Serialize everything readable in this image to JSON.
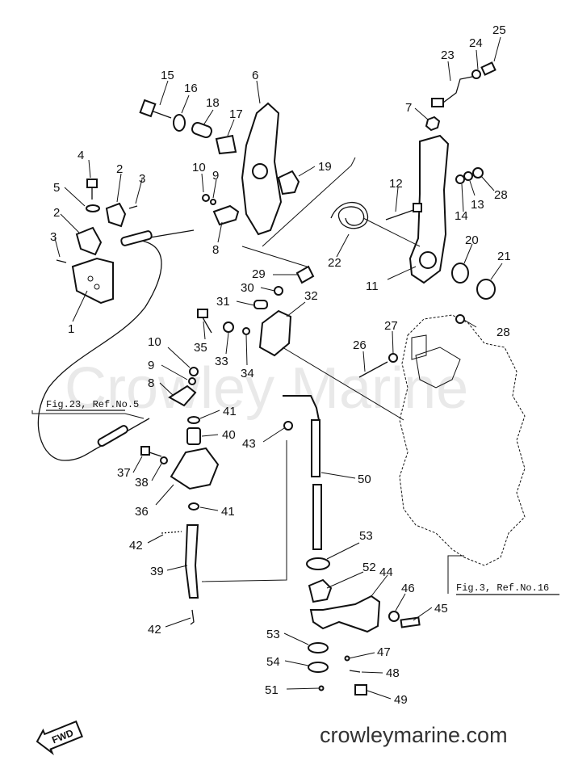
{
  "diagram": {
    "watermark": "Crowley Marine",
    "website": "crowleymarine.com",
    "fwd_label": "FWD",
    "references": [
      {
        "id": "fig23",
        "text": "Fig.23, Ref.No.5"
      },
      {
        "id": "fig3",
        "text": "Fig.3, Ref.No.16"
      }
    ],
    "callouts": [
      {
        "id": "c1",
        "text": "1"
      },
      {
        "id": "c2a",
        "text": "2"
      },
      {
        "id": "c2b",
        "text": "2"
      },
      {
        "id": "c3a",
        "text": "3"
      },
      {
        "id": "c3b",
        "text": "3"
      },
      {
        "id": "c4",
        "text": "4"
      },
      {
        "id": "c5",
        "text": "5"
      },
      {
        "id": "c6",
        "text": "6"
      },
      {
        "id": "c7",
        "text": "7"
      },
      {
        "id": "c8a",
        "text": "8"
      },
      {
        "id": "c8b",
        "text": "8"
      },
      {
        "id": "c9a",
        "text": "9"
      },
      {
        "id": "c9b",
        "text": "9"
      },
      {
        "id": "c10a",
        "text": "10"
      },
      {
        "id": "c10b",
        "text": "10"
      },
      {
        "id": "c11",
        "text": "11"
      },
      {
        "id": "c12",
        "text": "12"
      },
      {
        "id": "c13",
        "text": "13"
      },
      {
        "id": "c14",
        "text": "14"
      },
      {
        "id": "c15",
        "text": "15"
      },
      {
        "id": "c16",
        "text": "16"
      },
      {
        "id": "c17",
        "text": "17"
      },
      {
        "id": "c18",
        "text": "18"
      },
      {
        "id": "c19",
        "text": "19"
      },
      {
        "id": "c20",
        "text": "20"
      },
      {
        "id": "c21",
        "text": "21"
      },
      {
        "id": "c22",
        "text": "22"
      },
      {
        "id": "c23",
        "text": "23"
      },
      {
        "id": "c24",
        "text": "24"
      },
      {
        "id": "c25",
        "text": "25"
      },
      {
        "id": "c26",
        "text": "26"
      },
      {
        "id": "c27",
        "text": "27"
      },
      {
        "id": "c28a",
        "text": "28"
      },
      {
        "id": "c28b",
        "text": "28"
      },
      {
        "id": "c29",
        "text": "29"
      },
      {
        "id": "c30",
        "text": "30"
      },
      {
        "id": "c31",
        "text": "31"
      },
      {
        "id": "c32",
        "text": "32"
      },
      {
        "id": "c33",
        "text": "33"
      },
      {
        "id": "c34",
        "text": "34"
      },
      {
        "id": "c35",
        "text": "35"
      },
      {
        "id": "c36",
        "text": "36"
      },
      {
        "id": "c37",
        "text": "37"
      },
      {
        "id": "c38",
        "text": "38"
      },
      {
        "id": "c39",
        "text": "39"
      },
      {
        "id": "c40",
        "text": "40"
      },
      {
        "id": "c41a",
        "text": "41"
      },
      {
        "id": "c41b",
        "text": "41"
      },
      {
        "id": "c42a",
        "text": "42"
      },
      {
        "id": "c42b",
        "text": "42"
      },
      {
        "id": "c43",
        "text": "43"
      },
      {
        "id": "c44",
        "text": "44"
      },
      {
        "id": "c45",
        "text": "45"
      },
      {
        "id": "c46",
        "text": "46"
      },
      {
        "id": "c47",
        "text": "47"
      },
      {
        "id": "c48",
        "text": "48"
      },
      {
        "id": "c49",
        "text": "49"
      },
      {
        "id": "c50",
        "text": "50"
      },
      {
        "id": "c51",
        "text": "51"
      },
      {
        "id": "c52",
        "text": "52"
      },
      {
        "id": "c53a",
        "text": "53"
      },
      {
        "id": "c53b",
        "text": "53"
      },
      {
        "id": "c54",
        "text": "54"
      }
    ]
  }
}
